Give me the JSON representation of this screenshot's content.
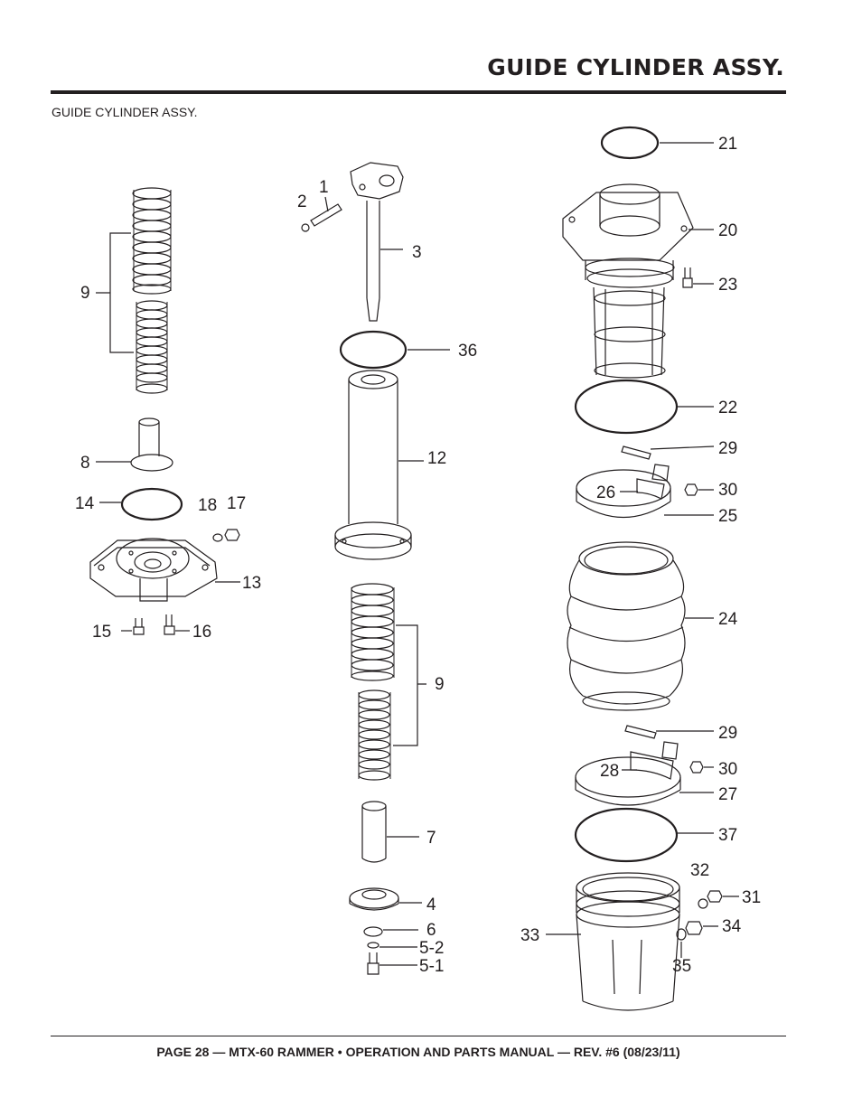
{
  "header": {
    "title": "GUIDE CYLINDER ASSY."
  },
  "subtitle": "GUIDE CYLINDER ASSY.",
  "callouts": {
    "c1": "1",
    "c2": "2",
    "c3": "3",
    "c4": "4",
    "c5_1": "5-1",
    "c5_2": "5-2",
    "c6": "6",
    "c7": "7",
    "c8": "8",
    "c9_left": "9",
    "c9_center": "9",
    "c12": "12",
    "c13": "13",
    "c14": "14",
    "c15": "15",
    "c16": "16",
    "c17": "17",
    "c18": "18",
    "c20": "20",
    "c21": "21",
    "c22": "22",
    "c23": "23",
    "c24": "24",
    "c25": "25",
    "c26": "26",
    "c27": "27",
    "c28": "28",
    "c29_top": "29",
    "c29_bottom": "29",
    "c30_top": "30",
    "c30_bottom": "30",
    "c31": "31",
    "c32": "32",
    "c33": "33",
    "c34": "34",
    "c35": "35",
    "c36": "36",
    "c37": "37"
  },
  "footer": {
    "text": "PAGE 28 — MTX-60 RAMMER • OPERATION AND PARTS MANUAL — REV. #6 (08/23/11)"
  }
}
